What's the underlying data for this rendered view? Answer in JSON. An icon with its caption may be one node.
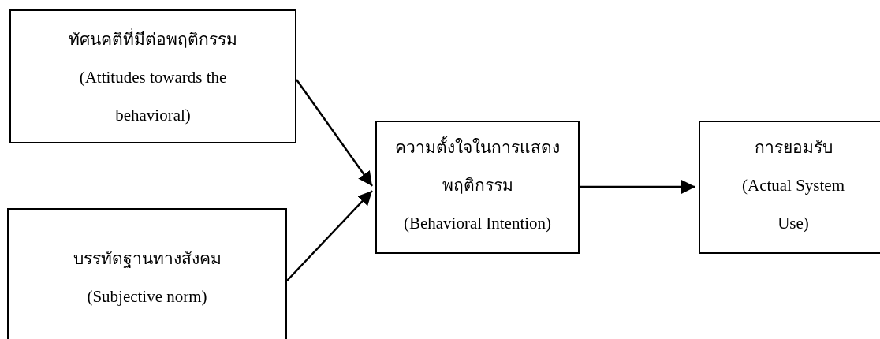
{
  "diagram": {
    "nodes": [
      {
        "text": [
          "ทัศนคติที่มีต่อพฤติกรรม",
          "(Attitudes towards the behavioral)"
        ]
      },
      {
        "text": [
          "บรรทัดฐานทางสังคม",
          "(Subjective norm)"
        ]
      },
      {
        "text": [
          "ความตั้งใจในการแสดงพฤติกรรม",
          "(Behavioral Intention)"
        ]
      },
      {
        "text": [
          "การยอมรับ",
          "(Actual System Use)"
        ]
      }
    ],
    "edges": [
      {
        "from": 0,
        "to": 2,
        "arrow": "to"
      },
      {
        "from": 1,
        "to": 2,
        "arrow": "to"
      },
      {
        "from": 2,
        "to": 3,
        "arrow": "to"
      }
    ]
  }
}
